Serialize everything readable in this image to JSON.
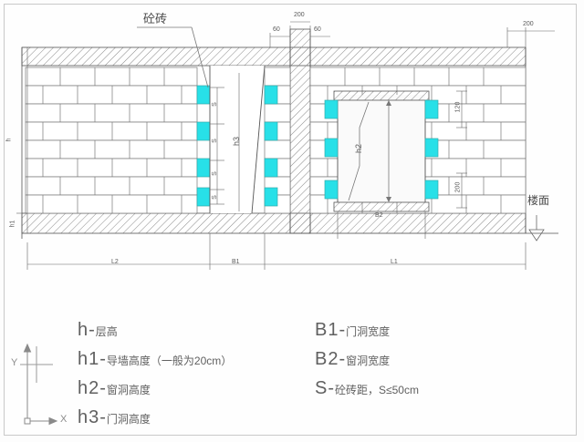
{
  "drawing": {
    "title_note": "砼砖",
    "floor_label": "楼面",
    "top_dimensions": [
      {
        "id": "d60left",
        "value": "60"
      },
      {
        "id": "d200top",
        "value": "200"
      },
      {
        "id": "d60right",
        "value": "60"
      },
      {
        "id": "d200farright",
        "value": "200"
      }
    ],
    "bottom_dimensions": [
      {
        "id": "L2",
        "value": "L2"
      },
      {
        "id": "B1",
        "value": "B1"
      },
      {
        "id": "L1",
        "value": "L1"
      }
    ],
    "left_dimensions": [
      {
        "id": "h",
        "value": "h"
      },
      {
        "id": "h1",
        "value": "h1"
      }
    ],
    "door_dimensions": [
      {
        "id": "h3",
        "value": "h3"
      },
      {
        "id": "s1",
        "value": "S"
      },
      {
        "id": "s2",
        "value": "S"
      },
      {
        "id": "s3",
        "value": "S"
      },
      {
        "id": "s4",
        "value": "S"
      }
    ],
    "window_dimensions": [
      {
        "id": "h2",
        "value": "h2"
      },
      {
        "id": "w120",
        "value": "120"
      },
      {
        "id": "w200",
        "value": "200"
      },
      {
        "id": "B2",
        "value": "B2"
      }
    ],
    "axis": {
      "x_label": "X",
      "y_label": "Y"
    },
    "colors": {
      "concrete_brick": "#28e0e8",
      "line": "#555555",
      "hatch": "#888888",
      "text": "#4a4a4a"
    }
  },
  "legend": {
    "left_column": [
      {
        "symbol": "h",
        "sep": "-",
        "desc": "层高"
      },
      {
        "symbol": "h1",
        "sep": "-",
        "desc": "导墙高度（一般为20cm）"
      },
      {
        "symbol": "h2",
        "sep": "-",
        "desc": "窗洞高度"
      },
      {
        "symbol": "h3",
        "sep": "-",
        "desc": "门洞高度"
      }
    ],
    "right_column": [
      {
        "symbol": "B1",
        "sep": "-",
        "desc": "门洞宽度"
      },
      {
        "symbol": "B2",
        "sep": "-",
        "desc": "窗洞宽度"
      },
      {
        "symbol": "S",
        "sep": "-",
        "desc": "砼砖距，S≤50cm"
      }
    ]
  }
}
